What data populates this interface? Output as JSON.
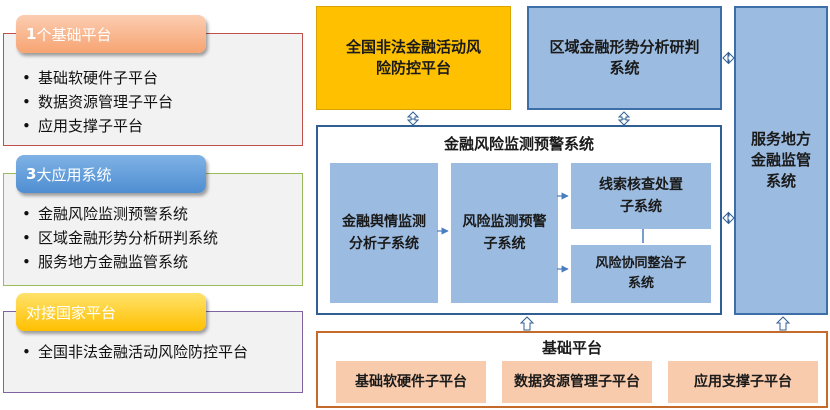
{
  "left": {
    "panels": [
      {
        "tag_num": "1",
        "tag_text": "个基础平台",
        "items": [
          "基础软硬件子平台",
          "数据资源管理子平台",
          "应用支撑子平台"
        ]
      },
      {
        "tag_num": "3",
        "tag_text": "大应用系统",
        "items": [
          "金融风险监测预警系统",
          "区域金融形势分析研判系统",
          "服务地方金融监管系统"
        ]
      },
      {
        "tag_num": "",
        "tag_text": "对接国家平台",
        "items": [
          "全国非法金融活动风险防控平台"
        ]
      }
    ]
  },
  "diagram": {
    "national_platform": "全国非法金融活动风险防控平台",
    "regional_system": "区域金融形势分析研判系统",
    "local_supervision": "服务地方金融监管系统",
    "risk_system": {
      "title": "金融风险监测预警系统",
      "sentiment": "金融舆情监测分析子系统",
      "monitoring": "风险监测预警子系统",
      "clue": "线索核查处置子系统",
      "cooperation": "风险协同整治子系统"
    },
    "base": {
      "title": "基础平台",
      "items": [
        "基础软硬件子平台",
        "数据资源管理子平台",
        "应用支撑子平台"
      ]
    }
  },
  "colors": {
    "orange_tag": "#f7a472",
    "blue_tag": "#4f8ed2",
    "yellow_tag": "#ffc000",
    "blue_box": "#9bbbe0",
    "blue_border": "#2f5f94",
    "base_border": "#c46a2a",
    "base_item": "#f8cbad"
  }
}
